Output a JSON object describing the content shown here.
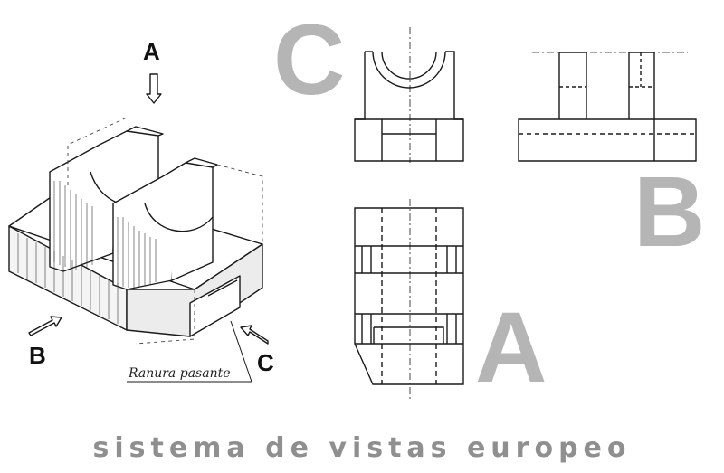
{
  "view_letters": {
    "elevation": "C",
    "profile": "B",
    "plan": "A"
  },
  "isometric": {
    "arrow_a": "A",
    "arrow_b": "B",
    "arrow_c": "C",
    "callout": "Ranura pasante"
  },
  "caption": "sistema de vistas europeo",
  "colors": {
    "line": "#1a1a1a",
    "big_letter": "#b5b5b5",
    "caption": "#8f8f8f"
  }
}
